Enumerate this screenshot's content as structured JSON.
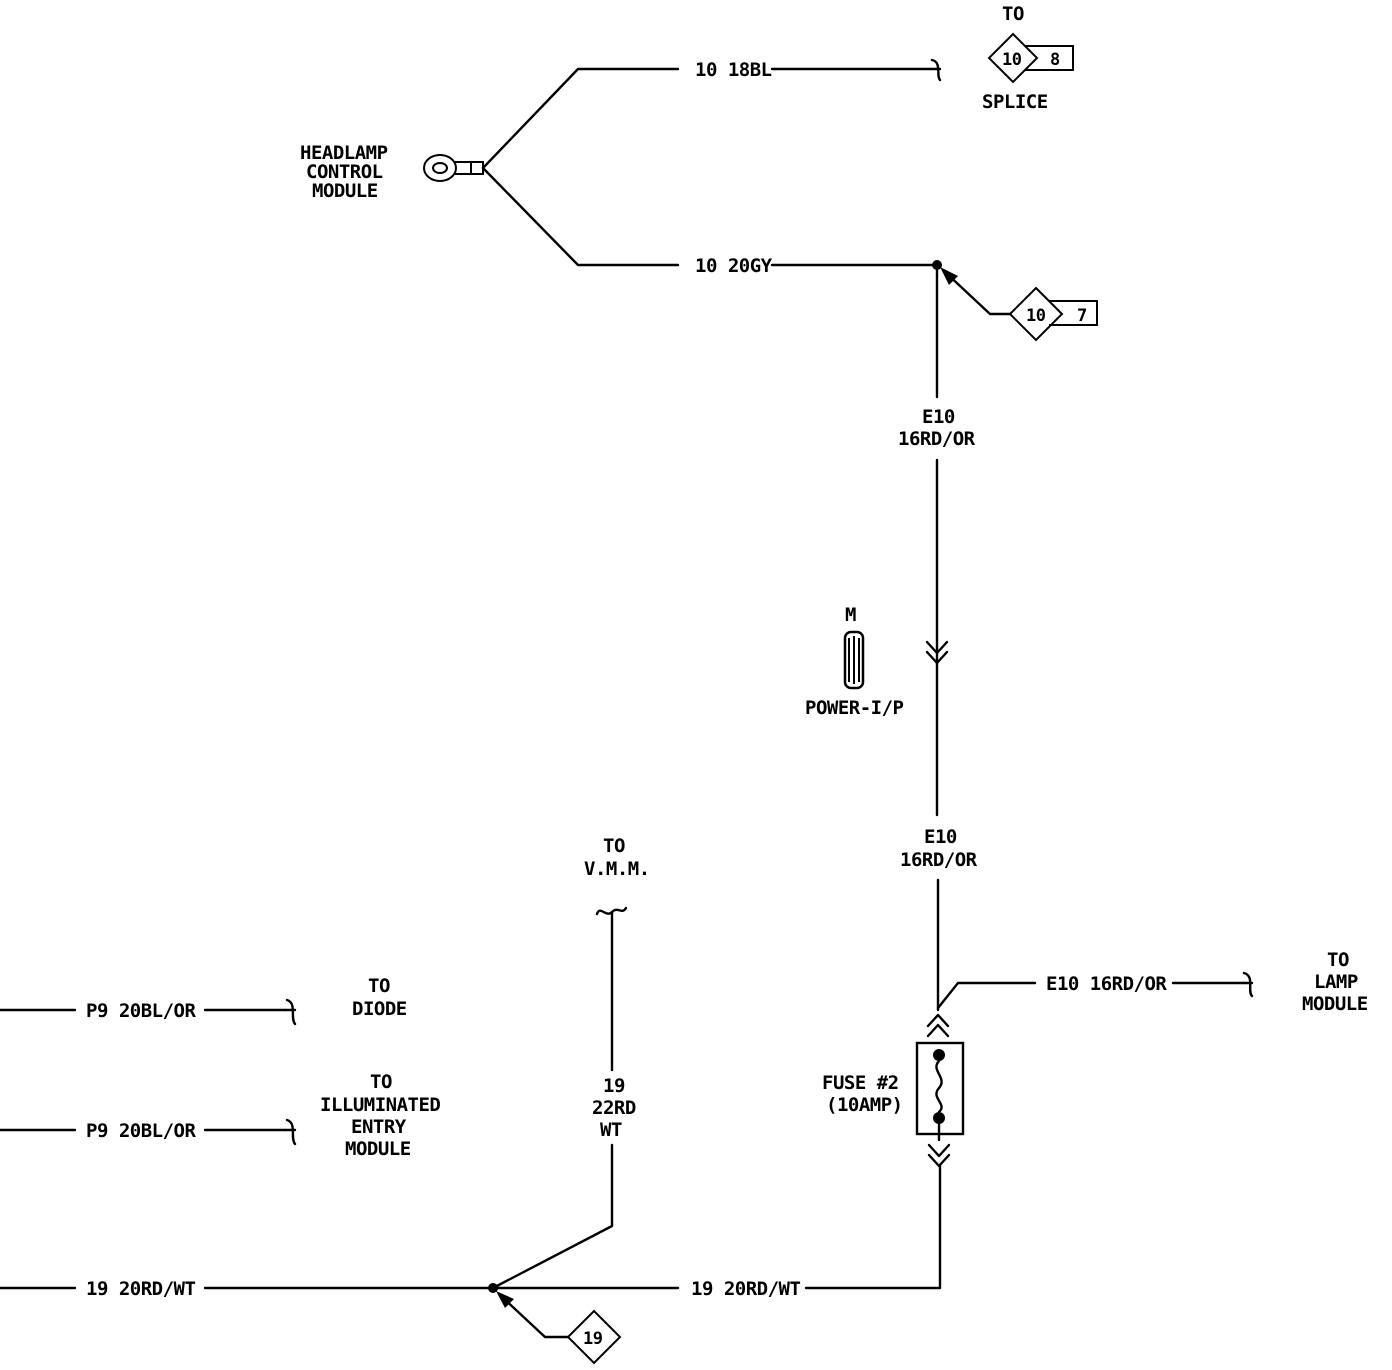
{
  "top_splice": {
    "to": "TO",
    "code": "10",
    "num": "8",
    "caption": "SPLICE"
  },
  "headlamp_module": {
    "line1": "HEADLAMP",
    "line2": "CONTROL",
    "line3": "MODULE"
  },
  "wire_upper": {
    "label": "10 18BL"
  },
  "wire_lower": {
    "label": "10 20GY"
  },
  "splice_ref_7": {
    "code": "10",
    "num": "7"
  },
  "riser_upper": {
    "circuit": "E10",
    "gauge": "16RD/OR"
  },
  "connector": {
    "letter": "M",
    "name": "POWER-I/P"
  },
  "riser_lower": {
    "circuit": "E10",
    "gauge": "16RD/OR"
  },
  "lamp_branch": {
    "label": "E10 16RD/OR",
    "to1": "TO",
    "to2": "LAMP",
    "to3": "MODULE"
  },
  "fuse": {
    "line1": "FUSE #2",
    "line2": "(10AMP)"
  },
  "vmm": {
    "to": "TO",
    "name": "V.M.M."
  },
  "vmm_wire": {
    "circuit": "19",
    "gauge": "22RD",
    "color": "WT"
  },
  "diode_wire": {
    "label": "P9 20BL/OR",
    "to": "TO",
    "name": "DIODE"
  },
  "entry_wire": {
    "label": "P9 20BL/OR",
    "to": "TO",
    "line1": "ILLUMINATED",
    "line2": "ENTRY",
    "line3": "MODULE"
  },
  "bottom_left": {
    "label": "19 20RD/WT"
  },
  "bottom_right": {
    "label": "19 20RD/WT"
  },
  "splice_ref_19": {
    "code": "19"
  }
}
